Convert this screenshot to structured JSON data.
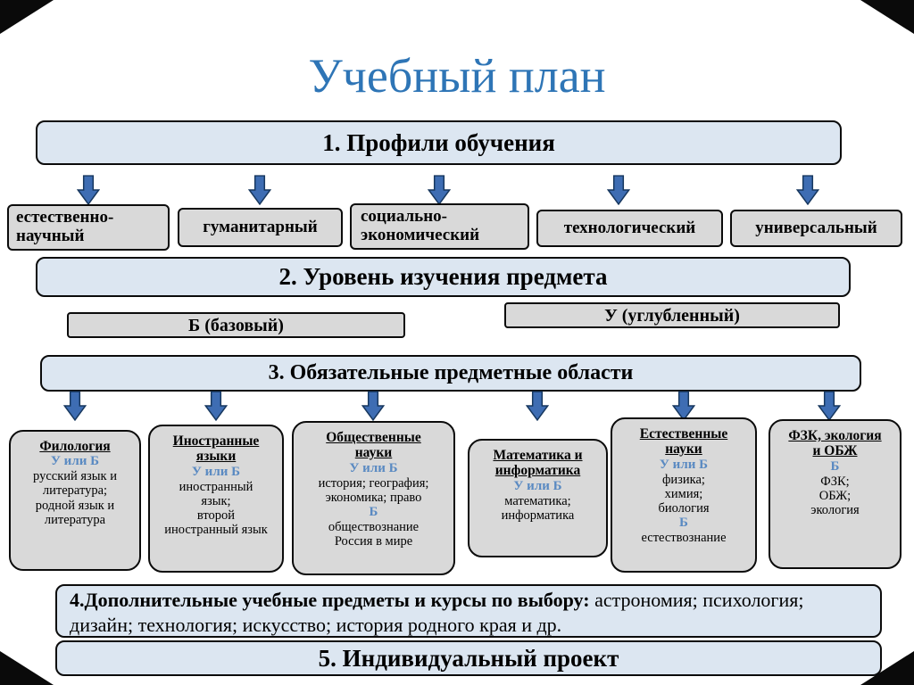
{
  "title": "Учебный план",
  "colors": {
    "accent_blue": "#2E75B6",
    "banner_fill": "#DCE6F1",
    "box_fill": "#D9D9D9",
    "arrow_blue": "#3E6DB3",
    "level_text_blue": "#5A8AC2"
  },
  "sections": {
    "s1": {
      "label": "1. Профили обучения",
      "profiles": [
        "естественно-научный",
        "гуманитарный",
        "социально-экономический",
        "технологический",
        "универсальный"
      ]
    },
    "s2": {
      "label": "2. Уровень изучения предмета",
      "basic": "Б (базовый)",
      "advanced": "У (углубленный)"
    },
    "s3": {
      "label": "3. Обязательные предметные области",
      "subjects": [
        {
          "title": "Филология",
          "level1": "У или Б",
          "body1": "русский язык и\nлитература;\nродной язык и\nлитература"
        },
        {
          "title": "Иностранные\nязыки",
          "level1": "У или Б",
          "body1": "иностранный\nязык;\nвторой\nиностранный язык"
        },
        {
          "title": "Общественные\nнауки",
          "level1": "У или Б",
          "body1": "история; география;\nэкономика; право",
          "level2": "Б",
          "body2": "обществознание\nРоссия в мире"
        },
        {
          "title": "Математика и\nинформатика",
          "level1": "У или Б",
          "body1": "математика;\nинформатика"
        },
        {
          "title": "Естественные\nнауки",
          "level1": "У или Б",
          "body1": "физика;\nхимия;\nбиология",
          "level2": "Б",
          "body2": "естествознание"
        },
        {
          "title": "ФЗК, экология\nи ОБЖ",
          "level1": "Б",
          "body1": "ФЗК;\nОБЖ;\nэкология"
        }
      ]
    },
    "s4": {
      "label_bold": "4.Дополнительные учебные предметы и курсы по выбору:",
      "label_rest": " астрономия; психология; дизайн;  технология; искусство; история родного края и др."
    },
    "s5": {
      "label": "5. Индивидуальный проект"
    }
  }
}
